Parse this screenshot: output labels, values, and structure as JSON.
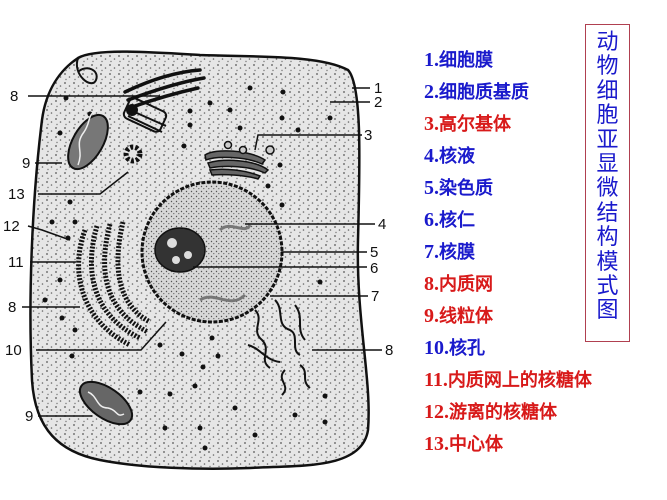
{
  "title": {
    "text": "动物细胞亚显微结构模式图",
    "chars": [
      "动",
      "物",
      "细",
      "胞",
      "亚",
      "显",
      "微",
      "结",
      "构",
      "模",
      "式",
      "图"
    ],
    "color": "#1a1acc",
    "border_color": "#b04050"
  },
  "colors": {
    "blue": "#1a1acc",
    "red": "#d81a1a"
  },
  "legend": [
    {
      "num": "1.",
      "label": "细胞膜",
      "color": "#1a1acc"
    },
    {
      "num": "2.",
      "label": "细胞质基质",
      "color": "#1a1acc"
    },
    {
      "num": "3.",
      "label": "高尔基体",
      "color": "#d81a1a"
    },
    {
      "num": "4.",
      "label": "核液",
      "color": "#1a1acc"
    },
    {
      "num": "5.",
      "label": "染色质",
      "color": "#1a1acc"
    },
    {
      "num": "6.",
      "label": "核仁",
      "color": "#1a1acc"
    },
    {
      "num": "7.",
      "label": "核膜",
      "color": "#1a1acc"
    },
    {
      "num": "8.",
      "label": "内质网",
      "color": "#d81a1a"
    },
    {
      "num": "9.",
      "label": "线粒体",
      "color": "#d81a1a"
    },
    {
      "num": "10.",
      "label": "核孔",
      "color": "#1a1acc"
    },
    {
      "num": "11.",
      "label": "内质网上的核糖体",
      "color": "#d81a1a"
    },
    {
      "num": "12.",
      "label": "游离的核糖体",
      "color": "#d81a1a"
    },
    {
      "num": "13.",
      "label": "中心体",
      "color": "#d81a1a"
    }
  ],
  "diagram_labels": {
    "right": [
      "1",
      "2",
      "3",
      "4",
      "5",
      "6",
      "7",
      "8"
    ],
    "left": [
      "8",
      "9",
      "13",
      "12",
      "11",
      "8",
      "10",
      "9"
    ]
  }
}
